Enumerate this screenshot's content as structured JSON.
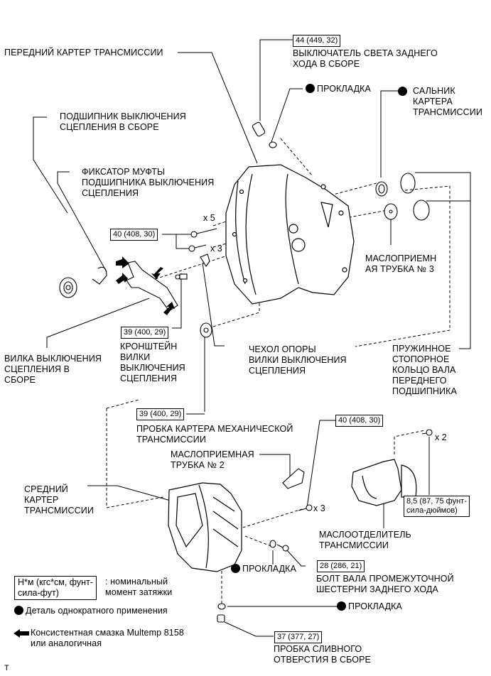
{
  "labels": {
    "front_case": "ПЕРЕДНИЙ КАРТЕР ТРАНСМИССИИ",
    "release_bearing": "ПОДШИПНИК ВЫКЛЮЧЕНИЯ\nСЦЕПЛЕНИЯ В СБОРЕ",
    "hub_clip": "ФИКСАТОР МУФТЫ\nПОДШИПНИКА ВЫКЛЮЧЕНИЯ\nСЦЕПЛЕНИЯ",
    "backup_switch": "ВЫКЛЮЧАТЕЛЬ СВЕТА ЗАДНЕГО\nХОДА В СБОРЕ",
    "gasket_top": "ПРОКЛАДКА",
    "oil_seal": "САЛЬНИК\nКАРТЕРА\nТРАНСМИССИИ",
    "oil_receiver_3": "МАСЛОПРИЕМН\nАЯ ТРУБКА № 3",
    "release_fork": "ВИЛКА ВЫКЛЮЧЕНИЯ\nСЦЕПЛЕНИЯ В\nСБОРЕ",
    "fork_bracket": "КРОНШТЕЙН\nВИЛКИ\nВЫКЛЮЧЕНИЯ\nСЦЕПЛЕНИЯ",
    "fork_boot": "ЧЕХОЛ ОПОРЫ\nВИЛКИ ВЫКЛЮЧЕНИЯ\nСЦЕПЛЕНИЯ",
    "snap_ring": "ПРУЖИННОЕ\nСТОПОРНОЕ\nКОЛЬЦО ВАЛА\nПЕРЕДНЕГО\nПОДШИПНИКА",
    "case_plug": "ПРОБКА КАРТЕРА МЕХАНИЧЕСКОЙ\nТРАНСМИССИИ",
    "oil_receiver_2": "МАСЛОПРИЕМНАЯ\nТРУБКА № 2",
    "center_case": "СРЕДНИЙ\nКАРТЕР\nТРАНСМИССИИ",
    "oil_separator": "МАСЛООТДЕЛИТЕЛЬ\nТРАНСМИССИИ",
    "gasket_mid": "ПРОКЛАДКА",
    "idler_bolt": "БОЛТ ВАЛА ПРОМЕЖУТОЧНОЙ\nШЕСТЕРНИ ЗАДНЕГО ХОДА",
    "gasket_bottom": "ПРОКЛАДКА",
    "drain_plug": "ПРОБКА СЛИВНОГО\nОТВЕРСТИЯ В СБОРЕ"
  },
  "torques": {
    "backup_switch": "44 (449, 32)",
    "front_case_bolts": "40 (408, 30)",
    "fork_bracket": "39 (400, 29)",
    "case_plug": "39 (400, 29)",
    "center_case_bolts": "40 (408, 30)",
    "oil_separator_bolts": "8,5 (87, 75 фунт-\nсила-дюймов)",
    "idler_bolt": "28 (286, 21)",
    "drain_plug": "37 (377, 27)"
  },
  "multipliers": {
    "front_bolts_long": "x 5",
    "front_bolts_short": "x 3",
    "center_bolts": "x 3",
    "separator_bolts": "x 2"
  },
  "legend": {
    "torque_box": "Н*м (кгс*см, фунт-\nсила-фут)",
    "torque_desc": ": номинальный\nмомент затяжки",
    "non_reusable": "Деталь однократного применения",
    "grease": "Консистентная смазка Multemp 8158\nили аналогичная"
  },
  "footer_mark": "T"
}
